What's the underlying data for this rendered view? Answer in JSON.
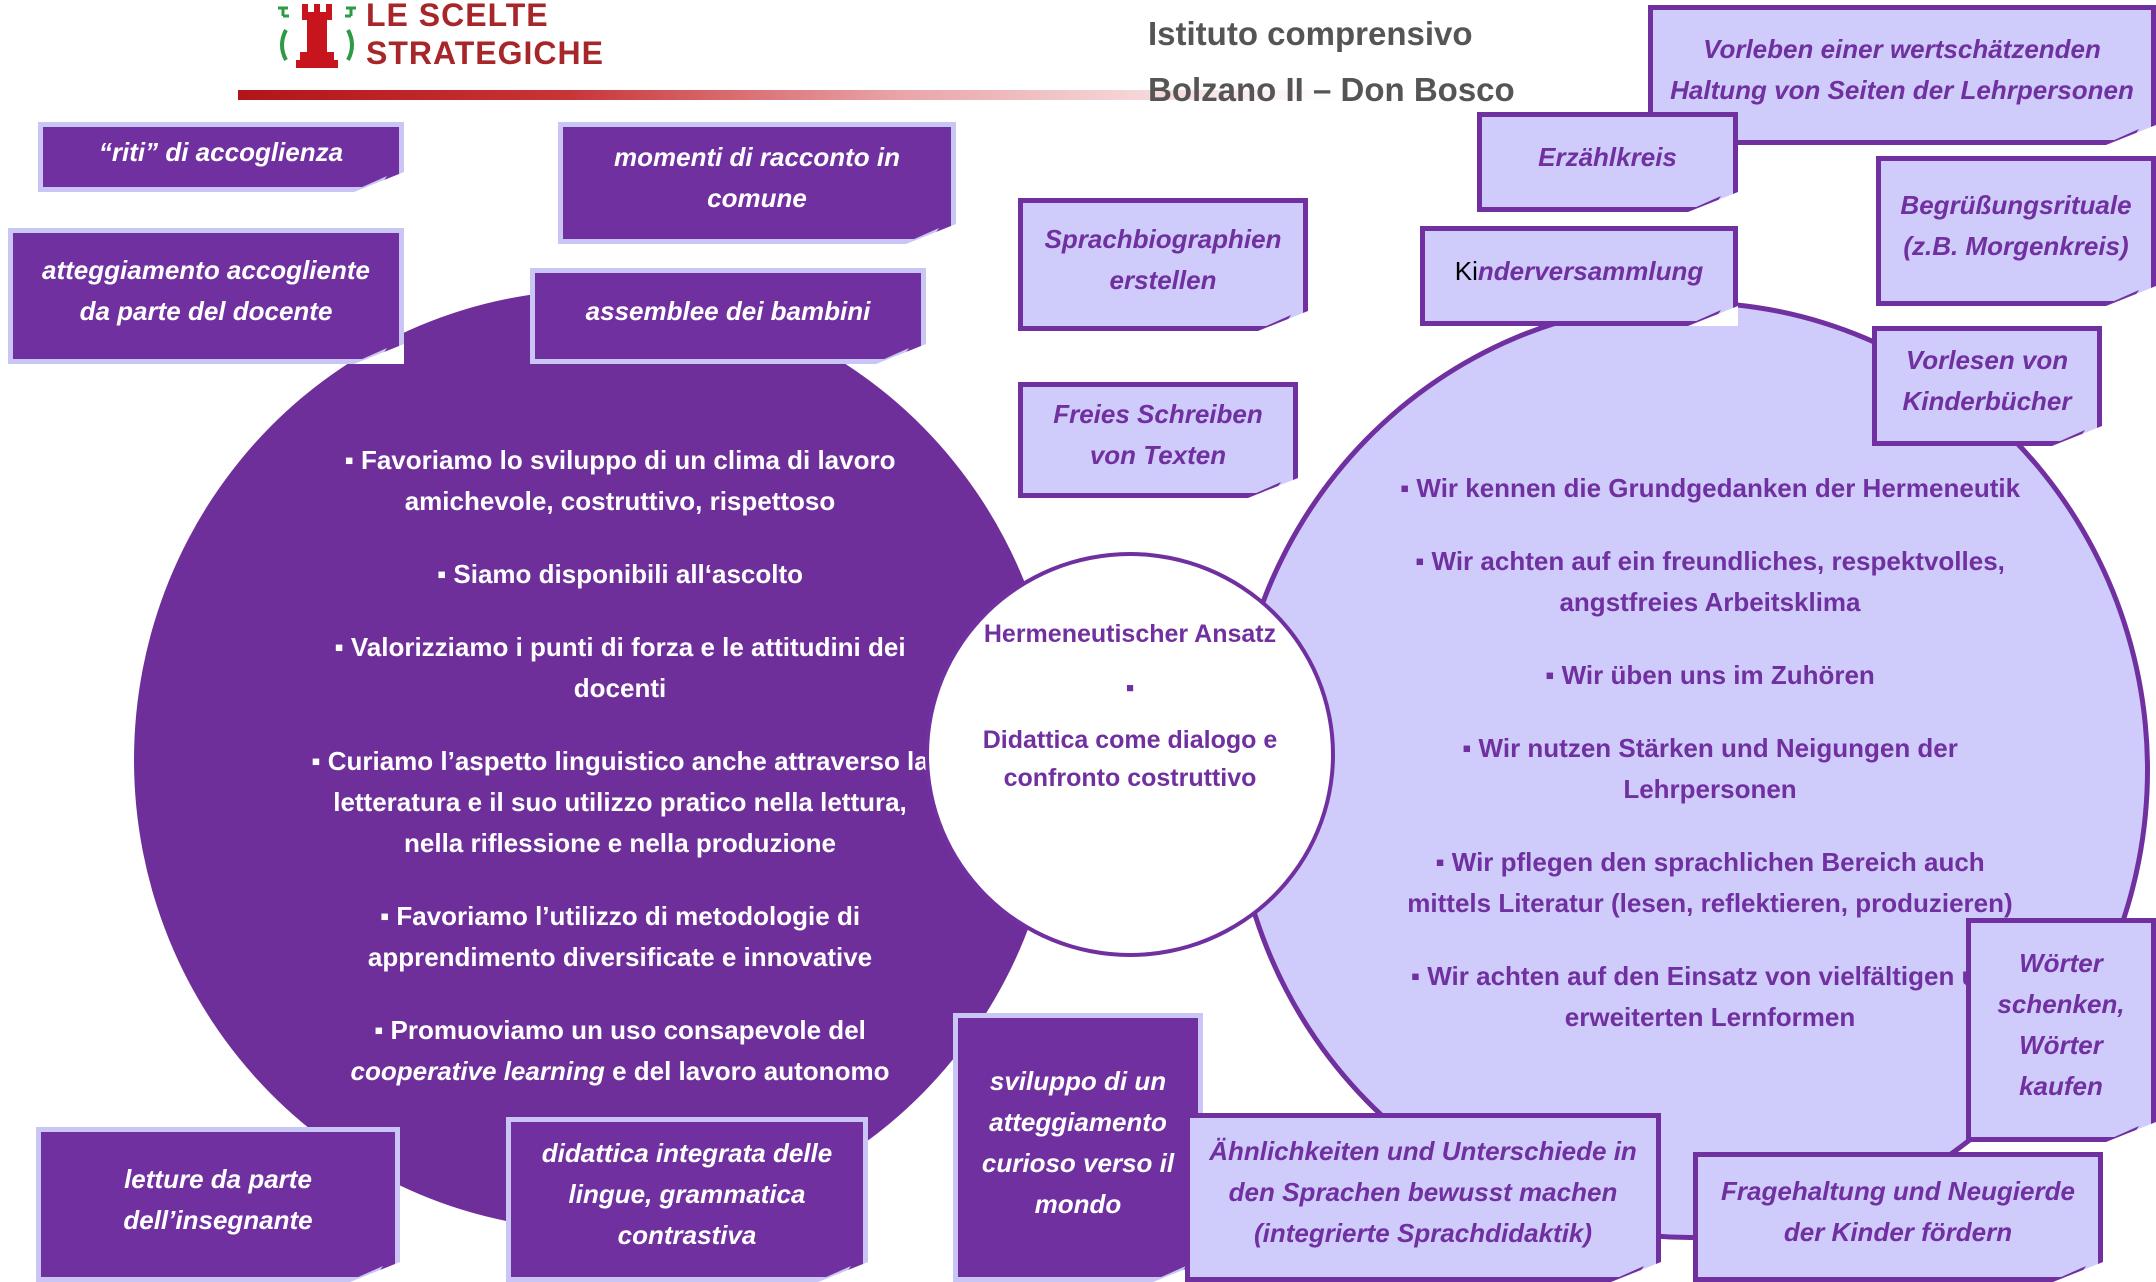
{
  "header": {
    "logo_line1": "LE SCELTE",
    "logo_line2": "STRATEGICHE",
    "institute_line1": "Istituto comprensivo",
    "institute_line2": "Bolzano II – Don Bosco"
  },
  "left_circle": {
    "bullets": [
      "▪ Favoriamo lo sviluppo di un clima di lavoro amichevole, costruttivo, rispettoso",
      "▪ Siamo disponibili all‘ascolto",
      "▪ Valorizziamo i punti di forza e le attitudini dei docenti",
      "▪ Curiamo l’aspetto linguistico anche attraverso la letteratura e il suo utilizzo pratico nella lettura, nella riflessione e nella produzione",
      "▪ Favoriamo l’utilizzo di metodologie di apprendimento diversificate e innovative"
    ],
    "last_bullet_prefix": "▪ Promuoviamo un uso consapevole del",
    "last_bullet_italic": "cooperative learning",
    "last_bullet_suffix": "e del lavoro autonomo"
  },
  "right_circle": {
    "bullets": [
      "▪ Wir kennen die Grundgedanken der Hermeneutik",
      "▪ Wir achten auf ein freundliches, respektvolles, angstfreies Arbeitsklima",
      "▪ Wir üben uns im Zuhören",
      "▪ Wir nutzen Stärken und Neigungen der Lehrpersonen",
      "▪ Wir pflegen den sprachlichen Bereich auch mittels Literatur (lesen, reflektieren, produzieren)",
      "▪ Wir achten auf den Einsatz von vielfältigen und erweiterten Lernformen"
    ]
  },
  "center": {
    "line1": "Hermeneutischer Ansatz",
    "separator": "▪",
    "line2": "Didattica come dialogo e confronto costruttivo"
  },
  "notes_left": {
    "riti": "“riti” di accoglienza",
    "momenti": "momenti di racconto in comune",
    "atteggiamento": "atteggiamento accogliente da parte del docente",
    "assemblee": "assemblee dei bambini",
    "letture": "letture da parte dell’insegnante",
    "didattica": "didattica integrata delle lingue, grammatica contrastiva",
    "sviluppo": "sviluppo di un atteggiamento curioso verso il mondo"
  },
  "notes_right": {
    "sprachbiographien": "Sprachbiographien erstellen",
    "freies": "Freies Schreiben von Texten",
    "vorleben": "Vorleben einer wertschätzenden Haltung von Seiten der Lehrpersonen",
    "erzaehlkreis": "Erzählkreis",
    "kinder_prefix": "Ki",
    "kinder_rest": "nderversammlung",
    "begruessung": "Begrüßungsrituale (z.B. Morgenkreis)",
    "vorlesen": "Vorlesen von Kinderbücher",
    "woerter": "Wörter schenken, Wörter kaufen",
    "aehnlichkeiten": "Ähnlichkeiten und Unterschiede in den Sprachen bewusst machen (integrierte Sprachdidaktik)",
    "fragehaltung": "Fragehaltung und Neugierde der Kinder fördern"
  },
  "colors": {
    "purple": "#7030a0",
    "dark_circle": "#6f2f9b",
    "lavender": "#cfccfb",
    "brand_red": "#a6262a"
  }
}
